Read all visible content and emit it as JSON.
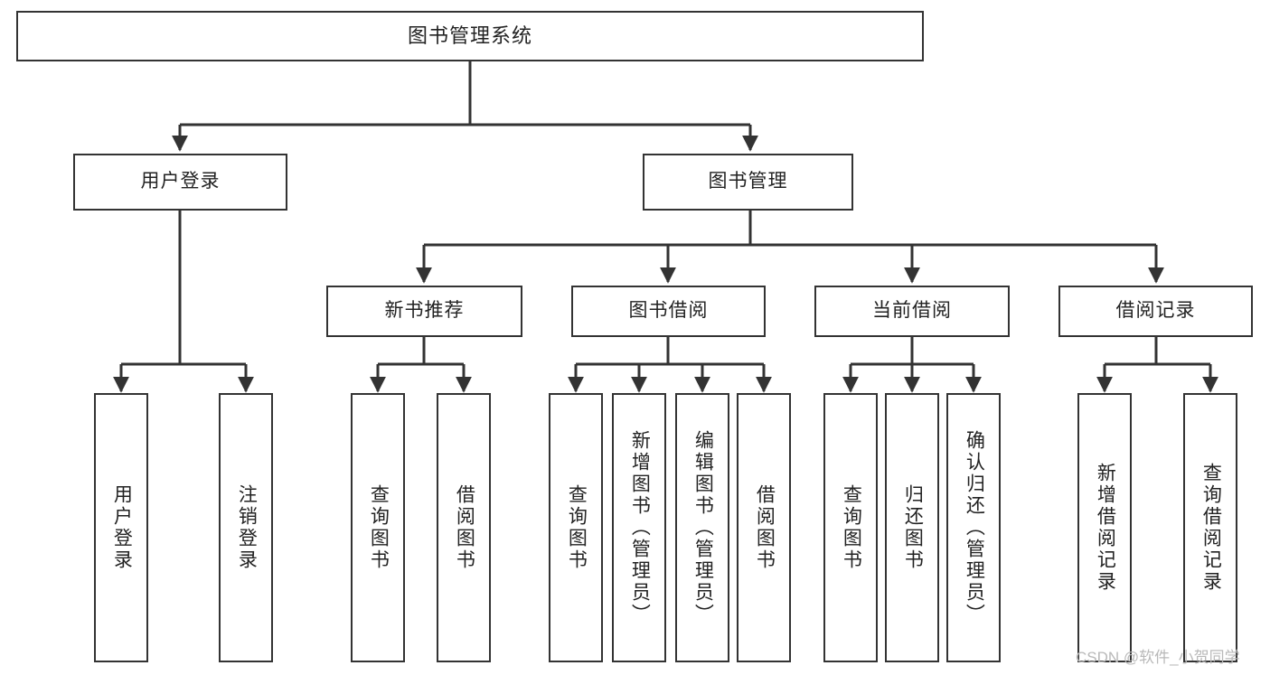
{
  "diagram": {
    "title": "图书管理系统",
    "watermark": "CSDN @软件_小贺同学",
    "accent_color": "#333333",
    "background_color": "#ffffff",
    "text_color": "#222222",
    "nodes": {
      "root": {
        "label": "图书管理系统"
      },
      "level1": [
        {
          "id": "user-login",
          "label": "用户登录"
        },
        {
          "id": "book-manage",
          "label": "图书管理"
        }
      ],
      "level2": [
        {
          "id": "new-book-recommend",
          "label": "新书推荐"
        },
        {
          "id": "book-borrow",
          "label": "图书借阅"
        },
        {
          "id": "current-borrow",
          "label": "当前借阅"
        },
        {
          "id": "borrow-record",
          "label": "借阅记录"
        }
      ],
      "leaves": [
        {
          "id": "leaf-user-login",
          "parent": "user-login",
          "label": "用户登录"
        },
        {
          "id": "leaf-logout-login",
          "parent": "user-login",
          "label": "注销登录"
        },
        {
          "id": "leaf-query-book-1",
          "parent": "new-book-recommend",
          "label": "查询图书"
        },
        {
          "id": "leaf-borrow-book-1",
          "parent": "new-book-recommend",
          "label": "借阅图书"
        },
        {
          "id": "leaf-query-book-2",
          "parent": "book-borrow",
          "label": "查询图书"
        },
        {
          "id": "leaf-add-book",
          "parent": "book-borrow",
          "label": "新增图书（管理员）"
        },
        {
          "id": "leaf-edit-book",
          "parent": "book-borrow",
          "label": "编辑图书（管理员）"
        },
        {
          "id": "leaf-borrow-book-2",
          "parent": "book-borrow",
          "label": "借阅图书"
        },
        {
          "id": "leaf-query-book-3",
          "parent": "current-borrow",
          "label": "查询图书"
        },
        {
          "id": "leaf-return-book",
          "parent": "current-borrow",
          "label": "归还图书"
        },
        {
          "id": "leaf-confirm-return",
          "parent": "current-borrow",
          "label": "确认归还（管理员）"
        },
        {
          "id": "leaf-add-record",
          "parent": "borrow-record",
          "label": "新增借阅记录"
        },
        {
          "id": "leaf-query-record",
          "parent": "borrow-record",
          "label": "查询借阅记录"
        }
      ]
    }
  }
}
